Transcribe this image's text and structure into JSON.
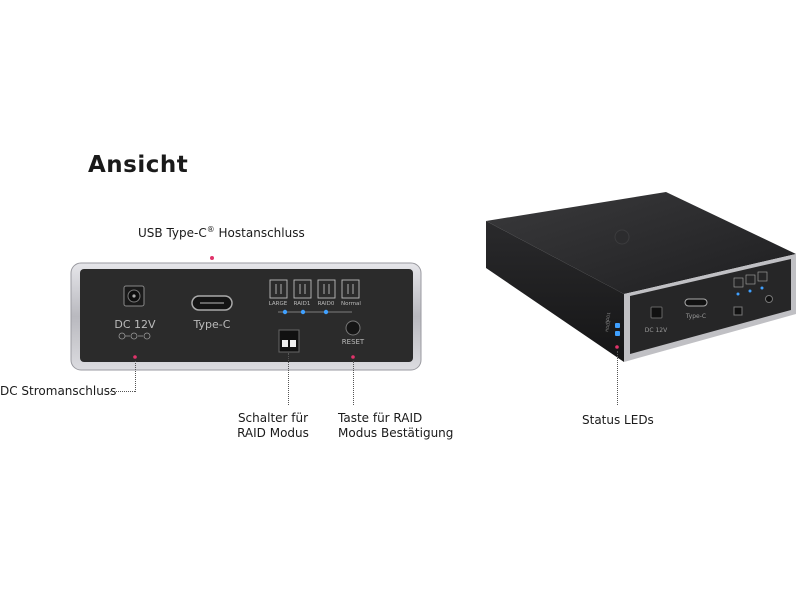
{
  "heading": "Ansicht",
  "panel": {
    "dc_label": "DC 12V",
    "typec_label": "Type-C",
    "reset_label": "RESET",
    "mode_labels": [
      "LARGE",
      "RAID1",
      "RAID0",
      "Normal"
    ]
  },
  "device": {
    "typec_label": "Type-C",
    "dc_label": "DC 12V",
    "led_labels": [
      "HDD1",
      "HDD2"
    ]
  },
  "callouts": {
    "usb_typec": {
      "text": "USB Type-C",
      "reg": "®",
      "text2": " Hostanschluss"
    },
    "dc_port": "DC Stromanschluss",
    "raid_switch": [
      "Schalter für",
      "RAID Modus"
    ],
    "raid_button": [
      "Taste für RAID",
      "Modus Bestätigung"
    ],
    "status_leds": "Status LEDs"
  },
  "colors": {
    "marker": "#e0336a",
    "led": "#3fa0ff",
    "panel": "#2b2b2b",
    "bezel": "#c8c8cc"
  }
}
